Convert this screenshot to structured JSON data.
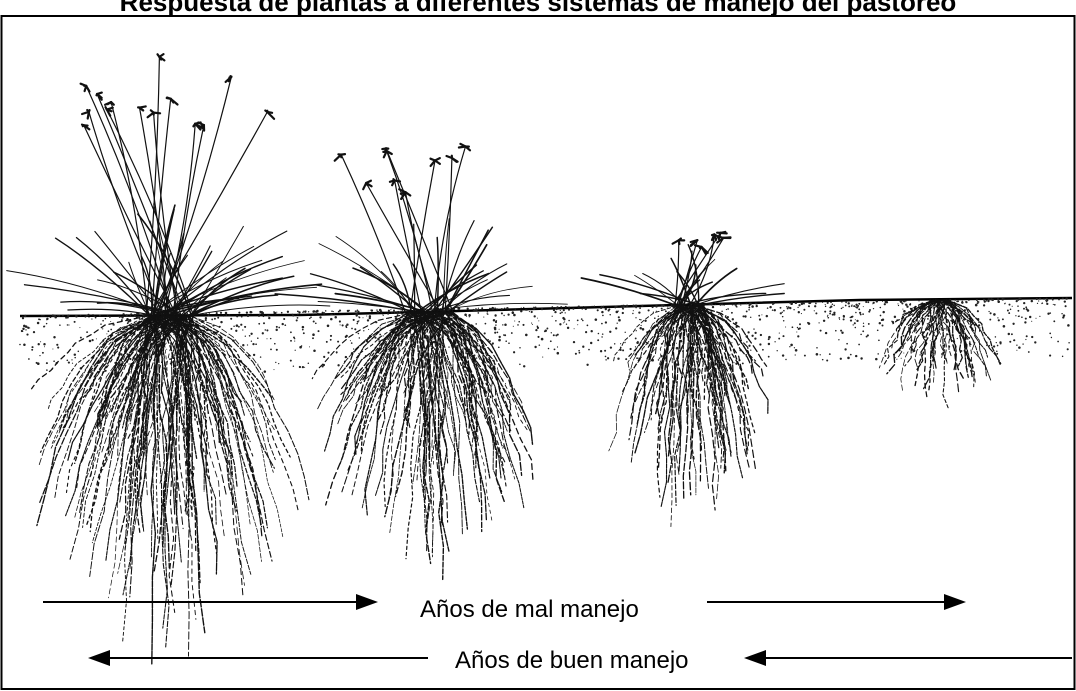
{
  "title": "Respuesta de plantas a diferentes sistemas de manejo del pastoreo",
  "arrows": {
    "bad_management": "Años de mal manejo",
    "good_management": "Años de buen manejo"
  }
}
